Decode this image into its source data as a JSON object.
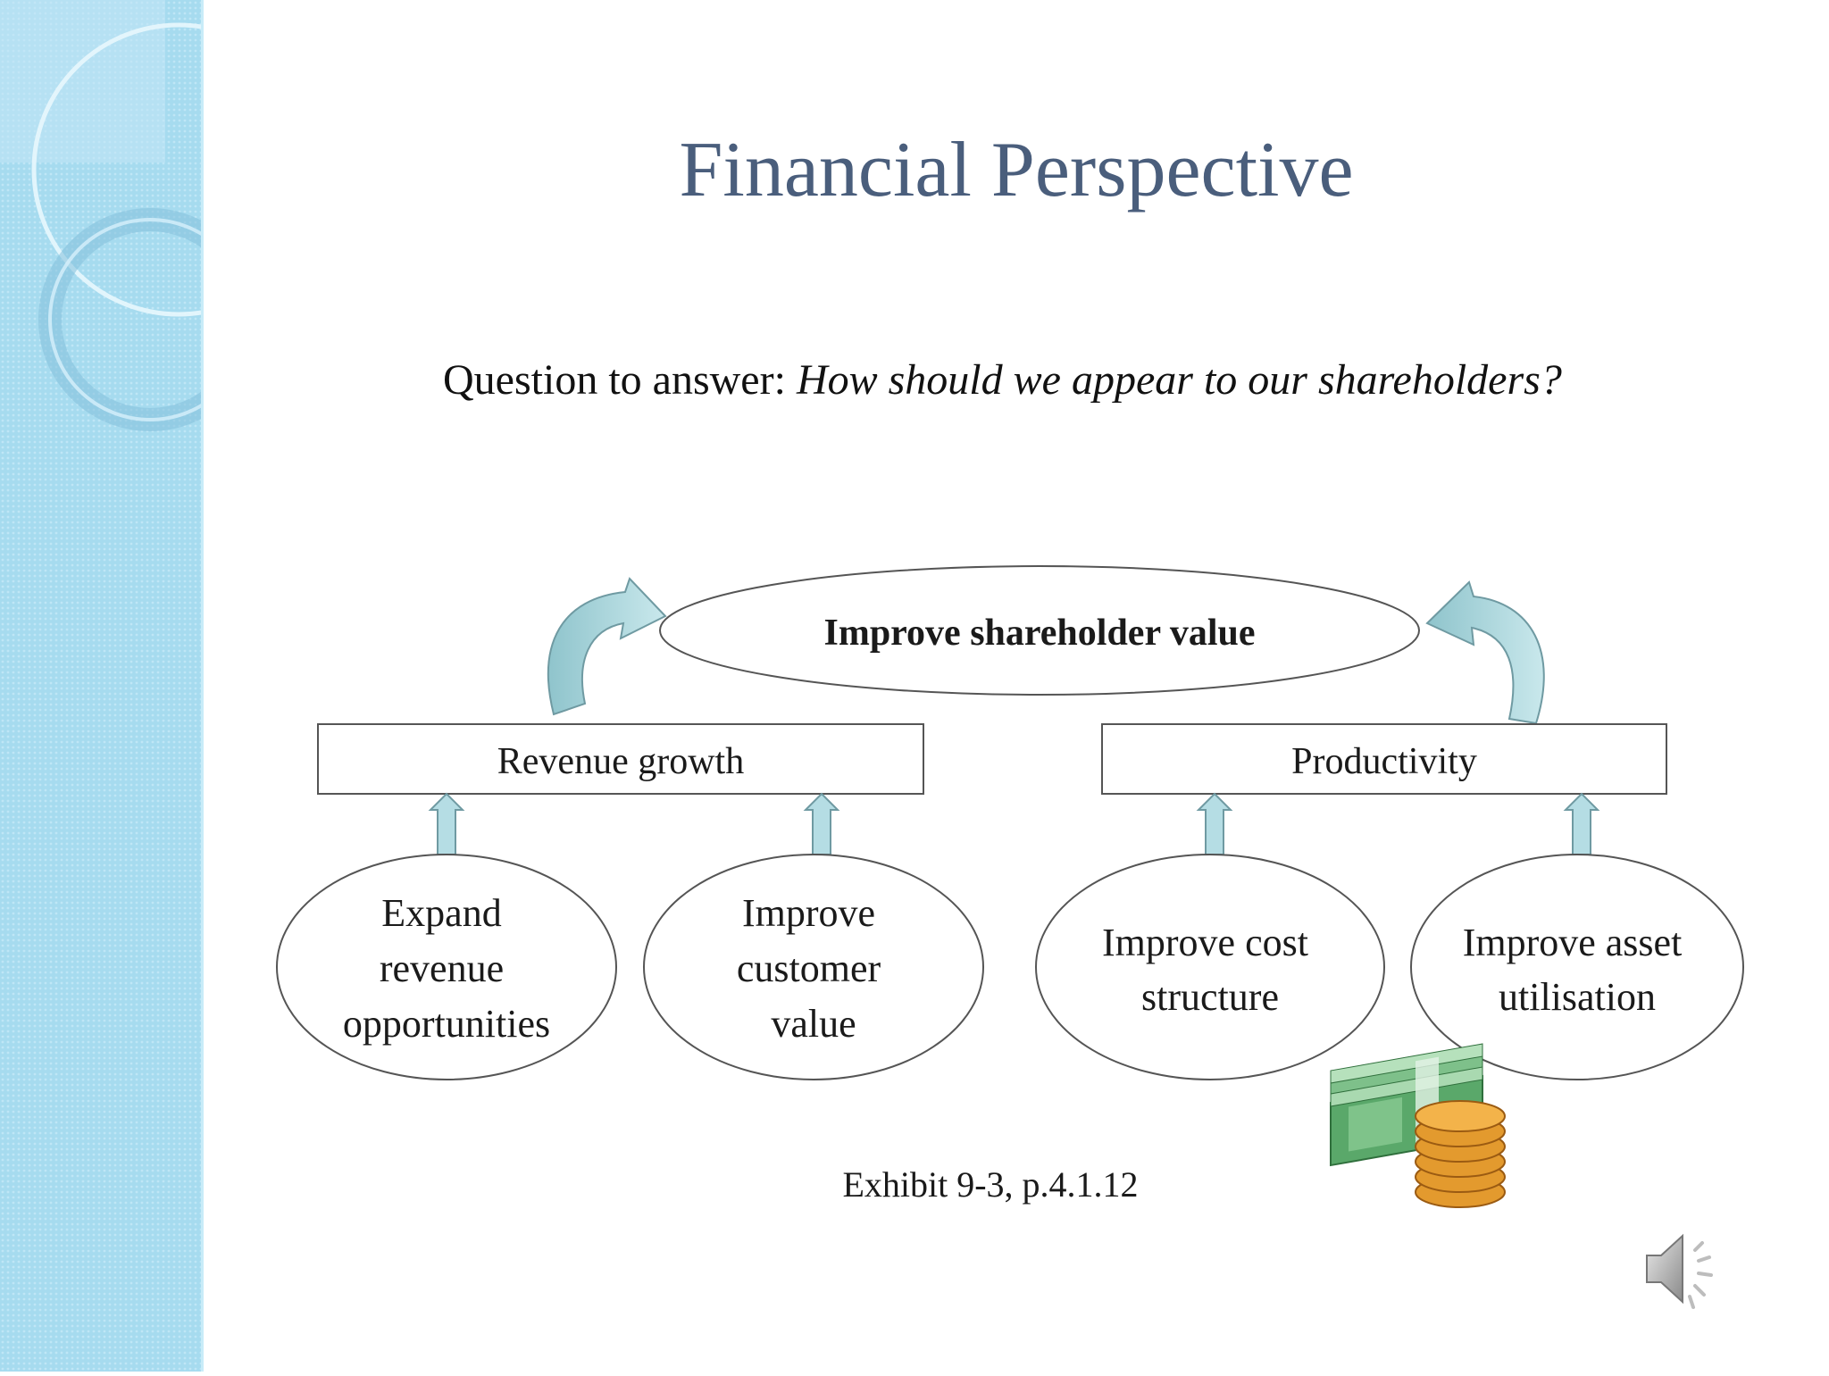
{
  "slide": {
    "title": "Financial Perspective",
    "question_label": "Question to answer:",
    "question_text": "How should we appear to our shareholders?"
  },
  "diagram": {
    "top_goal": "Improve shareholder value",
    "groups": [
      {
        "label": "Revenue growth",
        "drivers": [
          {
            "lines": [
              "Expand",
              "revenue",
              "opportunities"
            ]
          },
          {
            "lines": [
              "Improve",
              "customer",
              "value"
            ]
          }
        ]
      },
      {
        "label": "Productivity",
        "drivers": [
          {
            "lines": [
              "Improve cost",
              "structure"
            ]
          },
          {
            "lines": [
              "Improve asset",
              "utilisation"
            ]
          }
        ]
      }
    ],
    "caption": "Exhibit 9-3, p.4.1.12"
  },
  "icons": {
    "clipart": "money-icon",
    "audio": "speaker-icon"
  },
  "colors": {
    "title": "#4a5e7c",
    "sidebar": "#a9dcf0",
    "arrow_fill": "#b5dde4"
  }
}
